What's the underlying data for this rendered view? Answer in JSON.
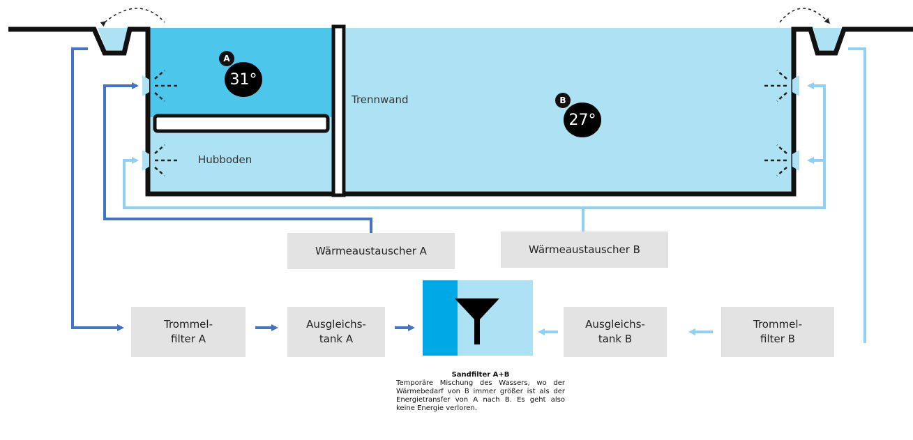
{
  "pools": {
    "a": {
      "letter": "A",
      "temperature": "31°"
    },
    "b": {
      "letter": "B",
      "temperature": "27°"
    },
    "divider_label": "Trennwand",
    "floor_label": "Hubboden"
  },
  "heat_exchangers": {
    "a_label": "Wärmeaustauscher A",
    "b_label": "Wärmeaustauscher B"
  },
  "filters": {
    "drum_a": [
      "Trommel-",
      "filter A"
    ],
    "buffer_a": [
      "Ausgleichs-",
      "tank A"
    ],
    "buffer_b": [
      "Ausgleichs-",
      "tank B"
    ],
    "drum_b": [
      "Trommel-",
      "filter B"
    ]
  },
  "sandfilter": {
    "title": "Sandfilter A+B",
    "description": "Temporäre Mischung des Wassers, wo der Wärmebedarf von B immer größer ist als der Energietransfer von A nach B. Es geht also keine Energie verloren."
  },
  "colors": {
    "loop_a": "#4472c4",
    "loop_b": "#8fd0f3",
    "water_a": "#4cc6ea",
    "water_b": "#ade2f4",
    "filter_dark": "#00a9e6",
    "box_gray": "#e3e3e3"
  }
}
